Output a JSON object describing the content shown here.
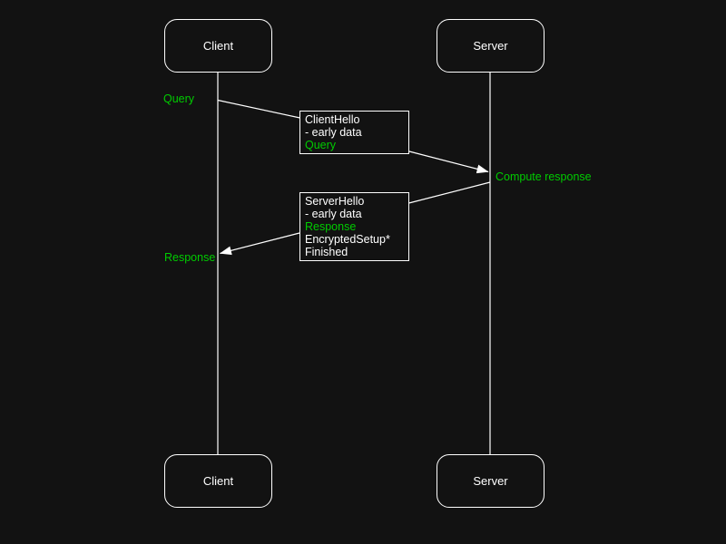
{
  "colors": {
    "background": "#121212",
    "stroke": "#ffffff",
    "text": "#ffffff",
    "accent_green": "#00cc00"
  },
  "actors": {
    "client_top": "Client",
    "server_top": "Server",
    "client_bottom": "Client",
    "server_bottom": "Server"
  },
  "labels": {
    "query": {
      "text": "Query",
      "color": "#00cc00"
    },
    "compute_response": {
      "text": "Compute response",
      "color": "#00cc00"
    },
    "response": {
      "text": "Response",
      "color": "#00cc00"
    }
  },
  "messages": {
    "client_hello": {
      "lines": [
        {
          "text": "ClientHello",
          "color": "#ffffff"
        },
        {
          "text": "- early data",
          "color": "#ffffff"
        },
        {
          "text": "Query",
          "color": "#00cc00"
        }
      ]
    },
    "server_hello": {
      "lines": [
        {
          "text": "ServerHello",
          "color": "#ffffff"
        },
        {
          "text": "- early data",
          "color": "#ffffff"
        },
        {
          "text": "Response",
          "color": "#00cc00"
        },
        {
          "text": "EncryptedSetup*",
          "color": "#ffffff"
        },
        {
          "text": "Finished",
          "color": "#ffffff"
        }
      ]
    }
  }
}
